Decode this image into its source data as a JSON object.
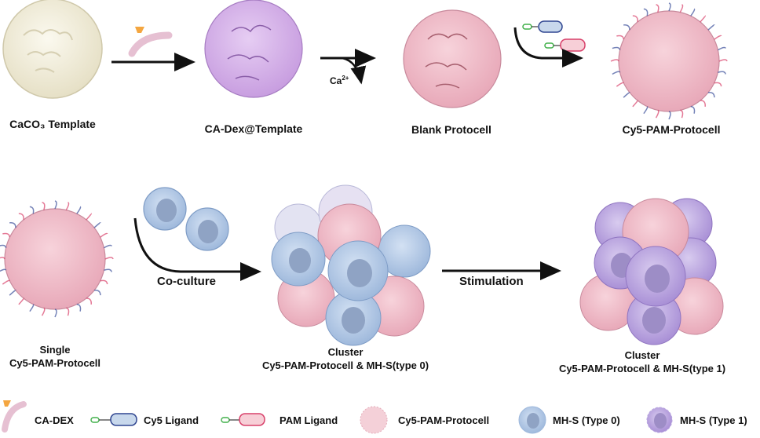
{
  "title": "Protocell construction and co-culture schematic",
  "steps_row1": [
    {
      "label": "CaCO₃ Template"
    },
    {
      "label": "CA-Dex@Template"
    },
    {
      "label": "Blank Protocell"
    },
    {
      "label": "Cy5-PAM-Protocell"
    }
  ],
  "arrows": {
    "ca_release": "Ca",
    "ca_release_sup": "2+",
    "coculture": "Co-culture",
    "stimulation": "Stimulation"
  },
  "steps_row2": [
    {
      "line1": "Single",
      "line2": "Cy5-PAM-Protocell"
    },
    {
      "line1": "Cluster",
      "line2": "Cy5-PAM-Protocell & MH-S(type 0)"
    },
    {
      "line1": "Cluster",
      "line2": "Cy5-PAM-Protocell & MH-S(type 1)"
    }
  ],
  "legend": [
    {
      "icon": "ca-dex-icon",
      "label": "CA-DEX"
    },
    {
      "icon": "cy5-ligand-icon",
      "label": "Cy5 Ligand"
    },
    {
      "icon": "pam-ligand-icon",
      "label": "PAM Ligand"
    },
    {
      "icon": "protocell-icon",
      "label": "Cy5-PAM-Protocell"
    },
    {
      "icon": "mhs-type0-icon",
      "label": "MH-S (Type 0)"
    },
    {
      "icon": "mhs-type1-icon",
      "label": "MH-S (Type 1)"
    }
  ],
  "colors": {
    "template": "#f2eedc",
    "cadex_sphere": "#d9b6ec",
    "protocell": "#f2c0cc",
    "mhs0": "#b9cfe9",
    "mhs1": "#c4b1e3",
    "cy5": "#3a4f9a",
    "pam": "#d8406a",
    "linker": "#41b04a",
    "ca_tag": "#f4a640"
  }
}
